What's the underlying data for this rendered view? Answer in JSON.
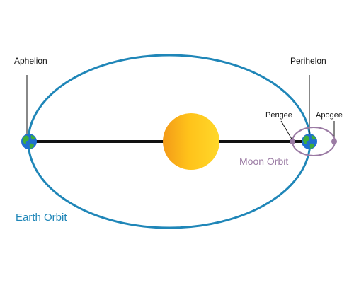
{
  "labels": {
    "aphelion": "Aphelion",
    "perihelion": "Perihelon",
    "perigee": "Perigee",
    "apogee": "Apogee",
    "moon_orbit": "Moon Orbit",
    "earth_orbit": "Earth Orbit"
  },
  "colors": {
    "earth_orbit": "#1f86b8",
    "moon_orbit": "#9b7ba4",
    "sun_light": "#ffd21a",
    "sun_dark": "#f7a21a",
    "earth_ocean": "#1f6fd0",
    "earth_land": "#3fae3a",
    "axis_line": "#111111"
  }
}
